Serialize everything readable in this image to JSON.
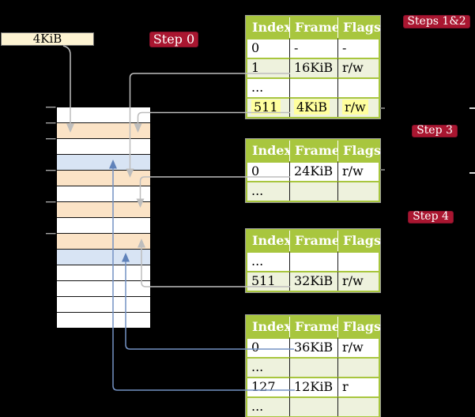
{
  "colors": {
    "bg": "#000000",
    "table-head": "#a8c63e",
    "table-border": "#a8c63e",
    "table-outline": "#9e9e9e",
    "row-alt": "#eef2dd",
    "row-white": "#ffffff",
    "cell-sep": "#1a1a1a",
    "mem-orange": "#fbe3c6",
    "mem-blue": "#d8e4f4",
    "mem-border": "#111111",
    "badge-red": "#a91630",
    "badge-border": "#82102a",
    "badge-text": "#ffffff",
    "box-cream": "#fdf3d2",
    "box-border": "#707070",
    "gray-line": "#bdbdbd",
    "blue-line": "#7492c4",
    "blue-arrow": "#5f82ba",
    "highlight": "#ffff9e",
    "tick": "#a6a6a6"
  },
  "frame_box": {
    "label": "4KiB"
  },
  "badges": {
    "step0": "Step 0",
    "steps12": "Steps 1&2",
    "step3": "Step 3",
    "step4": "Step 4"
  },
  "memory": {
    "rows": [
      "white",
      "orange",
      "white",
      "blue",
      "orange",
      "white",
      "orange",
      "white",
      "orange",
      "blue",
      "white",
      "white",
      "white",
      "white"
    ]
  },
  "tables": [
    {
      "id": "page-table-steps-1-2",
      "headers": [
        "Index",
        "Frame",
        "Flags"
      ],
      "rows": [
        {
          "cells": [
            "0",
            "-",
            "-"
          ],
          "alt": false,
          "highlight": false
        },
        {
          "cells": [
            "1",
            "16KiB",
            "r/w"
          ],
          "alt": true,
          "highlight": false
        },
        {
          "cells": [
            "...",
            "",
            ""
          ],
          "alt": false,
          "highlight": false
        },
        {
          "cells": [
            "511",
            "4KiB",
            "r/w"
          ],
          "alt": true,
          "highlight": true
        }
      ]
    },
    {
      "id": "page-table-step-3",
      "headers": [
        "Index",
        "Frame",
        "Flags"
      ],
      "rows": [
        {
          "cells": [
            "0",
            "24KiB",
            "r/w"
          ],
          "alt": false,
          "highlight": false
        },
        {
          "cells": [
            "...",
            "",
            ""
          ],
          "alt": true,
          "highlight": false
        }
      ]
    },
    {
      "id": "page-table-step-4",
      "headers": [
        "Index",
        "Frame",
        "Flags"
      ],
      "rows": [
        {
          "cells": [
            "...",
            "",
            ""
          ],
          "alt": false,
          "highlight": false
        },
        {
          "cells": [
            "511",
            "32KiB",
            "r/w"
          ],
          "alt": true,
          "highlight": false
        }
      ]
    },
    {
      "id": "page-table-final",
      "headers": [
        "Index",
        "Frame",
        "Flags"
      ],
      "rows": [
        {
          "cells": [
            "0",
            "36KiB",
            "r/w"
          ],
          "alt": false,
          "highlight": false
        },
        {
          "cells": [
            "...",
            "",
            ""
          ],
          "alt": true,
          "highlight": false
        },
        {
          "cells": [
            "127",
            "12KiB",
            "r"
          ],
          "alt": false,
          "highlight": false
        },
        {
          "cells": [
            "...",
            "",
            ""
          ],
          "alt": true,
          "highlight": false
        }
      ]
    }
  ]
}
